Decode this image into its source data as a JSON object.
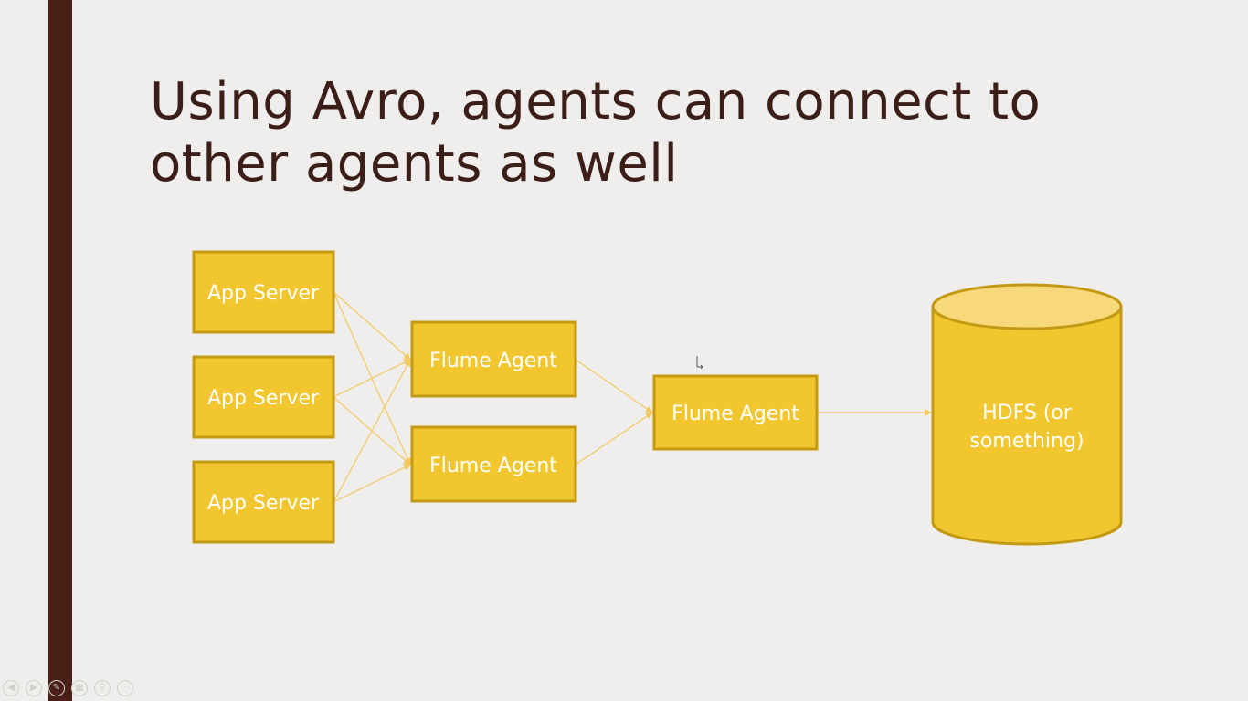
{
  "slide": {
    "title_lines": [
      "Using Avro, agents can connect to",
      "other agents as well"
    ]
  },
  "diagram": {
    "nodes": [
      {
        "id": "app1",
        "label": "App Server"
      },
      {
        "id": "app2",
        "label": "App Server"
      },
      {
        "id": "app3",
        "label": "App Server"
      },
      {
        "id": "flume1",
        "label": "Flume Agent"
      },
      {
        "id": "flume2",
        "label": "Flume Agent"
      },
      {
        "id": "flume3",
        "label": "Flume Agent"
      },
      {
        "id": "hdfs",
        "label_lines": [
          "HDFS (or",
          "something)"
        ]
      }
    ],
    "edges": [
      {
        "from": "app1",
        "to": "flume1"
      },
      {
        "from": "app1",
        "to": "flume2"
      },
      {
        "from": "app2",
        "to": "flume1"
      },
      {
        "from": "app2",
        "to": "flume2"
      },
      {
        "from": "app3",
        "to": "flume1"
      },
      {
        "from": "app3",
        "to": "flume2"
      },
      {
        "from": "flume1",
        "to": "flume3"
      },
      {
        "from": "flume2",
        "to": "flume3"
      },
      {
        "from": "flume3",
        "to": "hdfs"
      }
    ],
    "colors": {
      "node_fill": "#f2c62f",
      "node_border": "#c39a14",
      "edge": "#f2c962",
      "accent_bar": "#4a1f18",
      "title": "#3a1e17"
    }
  },
  "controls": {
    "icons": [
      "previous-icon",
      "next-icon",
      "pen-icon",
      "slides-grid-icon",
      "zoom-icon",
      "more-icon"
    ]
  }
}
